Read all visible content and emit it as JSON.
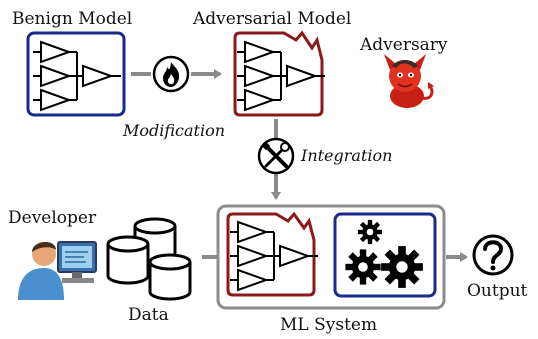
{
  "labels": {
    "benign_model": "Benign Model",
    "adversarial_model": "Adversarial Model",
    "adversary": "Adversary",
    "modification": "Modification",
    "integration": "Integration",
    "developer": "Developer",
    "data": "Data",
    "ml_system": "ML System",
    "output": "Output"
  },
  "icons": {
    "modification": "fire-icon",
    "integration": "tools-icon",
    "adversary": "devil-icon",
    "developer": "developer-at-computer-icon",
    "data": "database-cylinders-icon",
    "gears": "gears-icon",
    "output": "question-mark-icon"
  },
  "colors": {
    "benign_border": "#1a2a8c",
    "adversarial_border": "#8b1a1a",
    "system_border": "#8c8c8c",
    "arrow": "#8a8a8a",
    "devil": "#d62a1e"
  }
}
